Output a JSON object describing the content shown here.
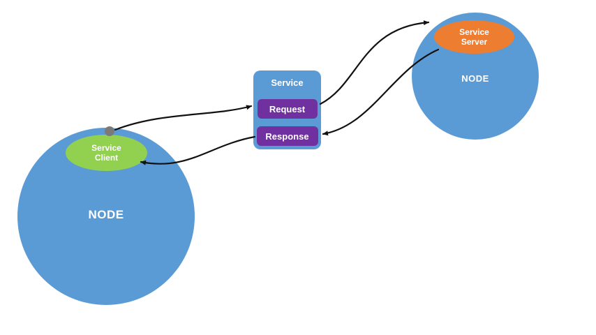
{
  "colors": {
    "background": "#ffffff",
    "node_blue": "#5b9bd5",
    "client_green": "#92d050",
    "server_orange": "#ed7d31",
    "box_purple": "#7030a0",
    "arrow_black": "#111111",
    "dot_gray": "#7a7a7a",
    "label_white": "#ffffff"
  },
  "left_node": {
    "label": "NODE",
    "client_label": "Service Client"
  },
  "right_node": {
    "label": "NODE",
    "server_label": "Service Server"
  },
  "service_box": {
    "title": "Service",
    "request_label": "Request",
    "response_label": "Response"
  }
}
